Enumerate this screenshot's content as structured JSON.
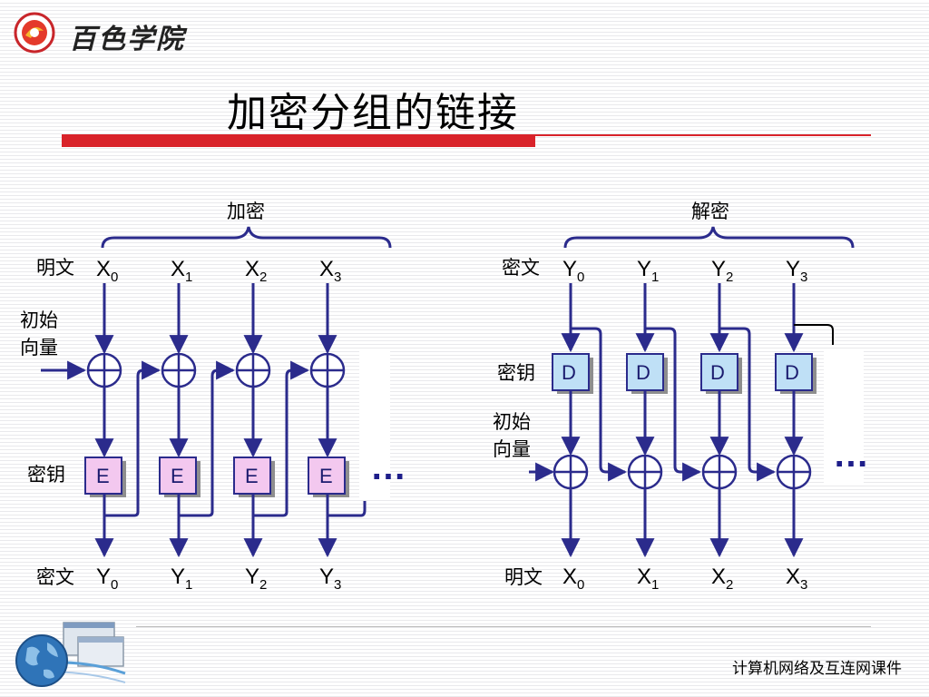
{
  "header": {
    "logo_text": "百色学院",
    "title": "加密分组的链接"
  },
  "footer": {
    "text": "计算机网络及互连网课件"
  },
  "encryption": {
    "group_label": "加密",
    "plaintext_label": "明文",
    "iv_label": [
      "初始",
      "向量"
    ],
    "key_label": "密钥",
    "ciphertext_label": "密文",
    "block_label": "E",
    "inputs": [
      {
        "var": "X",
        "sub": "0"
      },
      {
        "var": "X",
        "sub": "1"
      },
      {
        "var": "X",
        "sub": "2"
      },
      {
        "var": "X",
        "sub": "3"
      }
    ],
    "outputs": [
      {
        "var": "Y",
        "sub": "0"
      },
      {
        "var": "Y",
        "sub": "1"
      },
      {
        "var": "Y",
        "sub": "2"
      },
      {
        "var": "Y",
        "sub": "3"
      }
    ],
    "continuation": "…"
  },
  "decryption": {
    "group_label": "解密",
    "ciphertext_label": "密文",
    "key_label": "密钥",
    "iv_label": [
      "初始",
      "向量"
    ],
    "plaintext_label": "明文",
    "block_label": "D",
    "inputs": [
      {
        "var": "Y",
        "sub": "0"
      },
      {
        "var": "Y",
        "sub": "1"
      },
      {
        "var": "Y",
        "sub": "2"
      },
      {
        "var": "Y",
        "sub": "3"
      }
    ],
    "outputs": [
      {
        "var": "X",
        "sub": "0"
      },
      {
        "var": "X",
        "sub": "1"
      },
      {
        "var": "X",
        "sub": "2"
      },
      {
        "var": "X",
        "sub": "3"
      }
    ],
    "continuation": "…"
  },
  "colors": {
    "line": "#2b2b8c",
    "box_enc": "#f3c8ef",
    "box_dec": "#bfe0f6",
    "accent": "#d9232a"
  }
}
